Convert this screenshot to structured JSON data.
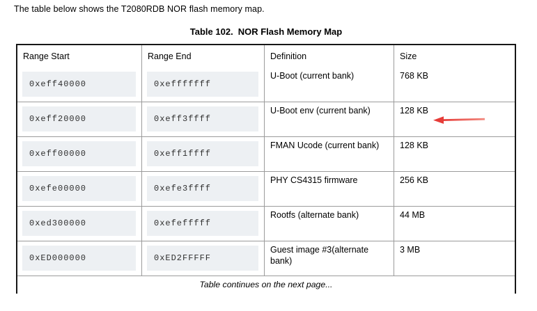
{
  "page": {
    "intro_text": "The table below shows the T2080RDB NOR flash memory map.",
    "caption_label": "Table 102.",
    "caption_title": "NOR Flash Memory Map",
    "footer_note": "Table continues on the next page..."
  },
  "table": {
    "cell_shade_color": "#edf0f3",
    "columns": [
      "Range Start",
      "Range End",
      "Definition",
      "Size"
    ],
    "rows": [
      {
        "range_start": "0xeff40000",
        "range_end": "0xefffffff",
        "definition": "U-Boot (current bank)",
        "size": "768 KB"
      },
      {
        "range_start": "0xeff20000",
        "range_end": "0xeff3ffff",
        "definition": "U-Boot env (current bank)",
        "size": "128 KB"
      },
      {
        "range_start": "0xeff00000",
        "range_end": "0xeff1ffff",
        "definition": "FMAN Ucode (current bank)",
        "size": "128 KB"
      },
      {
        "range_start": "0xefe00000",
        "range_end": "0xefe3ffff",
        "definition": "PHY CS4315 firmware",
        "size": "256 KB"
      },
      {
        "range_start": "0xed300000",
        "range_end": "0xefefffff",
        "definition": "Rootfs (alternate bank)",
        "size": "44 MB"
      },
      {
        "range_start": "0xED000000",
        "range_end": "0xED2FFFFF",
        "definition": "Guest image #3(alternate bank)",
        "size": "3 MB"
      }
    ]
  },
  "annotation": {
    "arrow_color": "#e63c38",
    "arrow_tail_color": "#f28a80",
    "points_at_row": 1
  }
}
